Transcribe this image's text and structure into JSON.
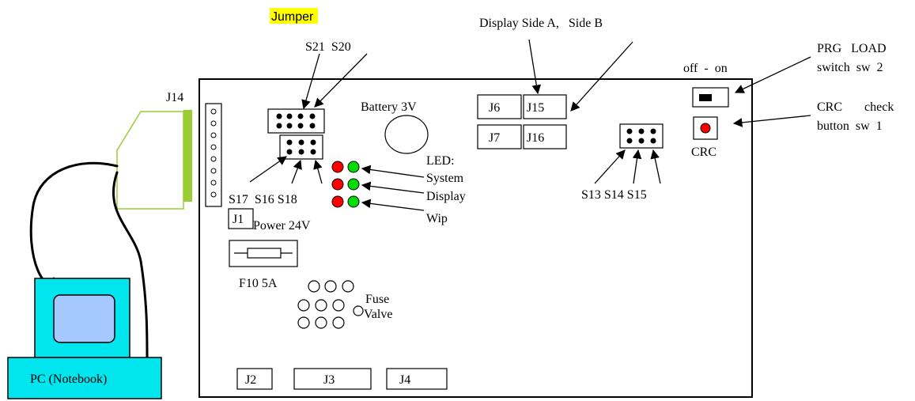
{
  "labels": {
    "jumper": "Jumper",
    "display_sides": "Display Side A,   Side B",
    "prg_line1": "PRG   LOAD",
    "prg_line2": "switch  sw  2",
    "off_on": "off  -  on",
    "crc_line1": "CRC       check",
    "crc_line2": "button  sw  1",
    "crc": "CRC",
    "j14": "J14",
    "s21_s20": "S21  S20",
    "battery": "Battery 3V",
    "j6": "J6",
    "j15": "J15",
    "j7": "J7",
    "j16": "J16",
    "led": "LED:",
    "system": "System",
    "display": "Display",
    "wip": "Wip",
    "s17_s16_s18": "S17  S16 S18",
    "s13_s14_s15": "S13 S14 S15",
    "j1": "J1",
    "power": "Power 24V",
    "f10": "F10 5A",
    "fuse": "Fuse",
    "valve": "Valve",
    "pc": "PC (Notebook)",
    "j2": "J2",
    "j3": "J3",
    "j4": "J4"
  },
  "colors": {
    "jumper_highlight": "#ffff00",
    "connector_outline": "#9acd32",
    "connector_fill": "#9acd32",
    "pc_body": "#00e5ee",
    "pc_screen": "#a4c8ff",
    "led_red": "#ff0000",
    "led_green": "#00dd00"
  }
}
